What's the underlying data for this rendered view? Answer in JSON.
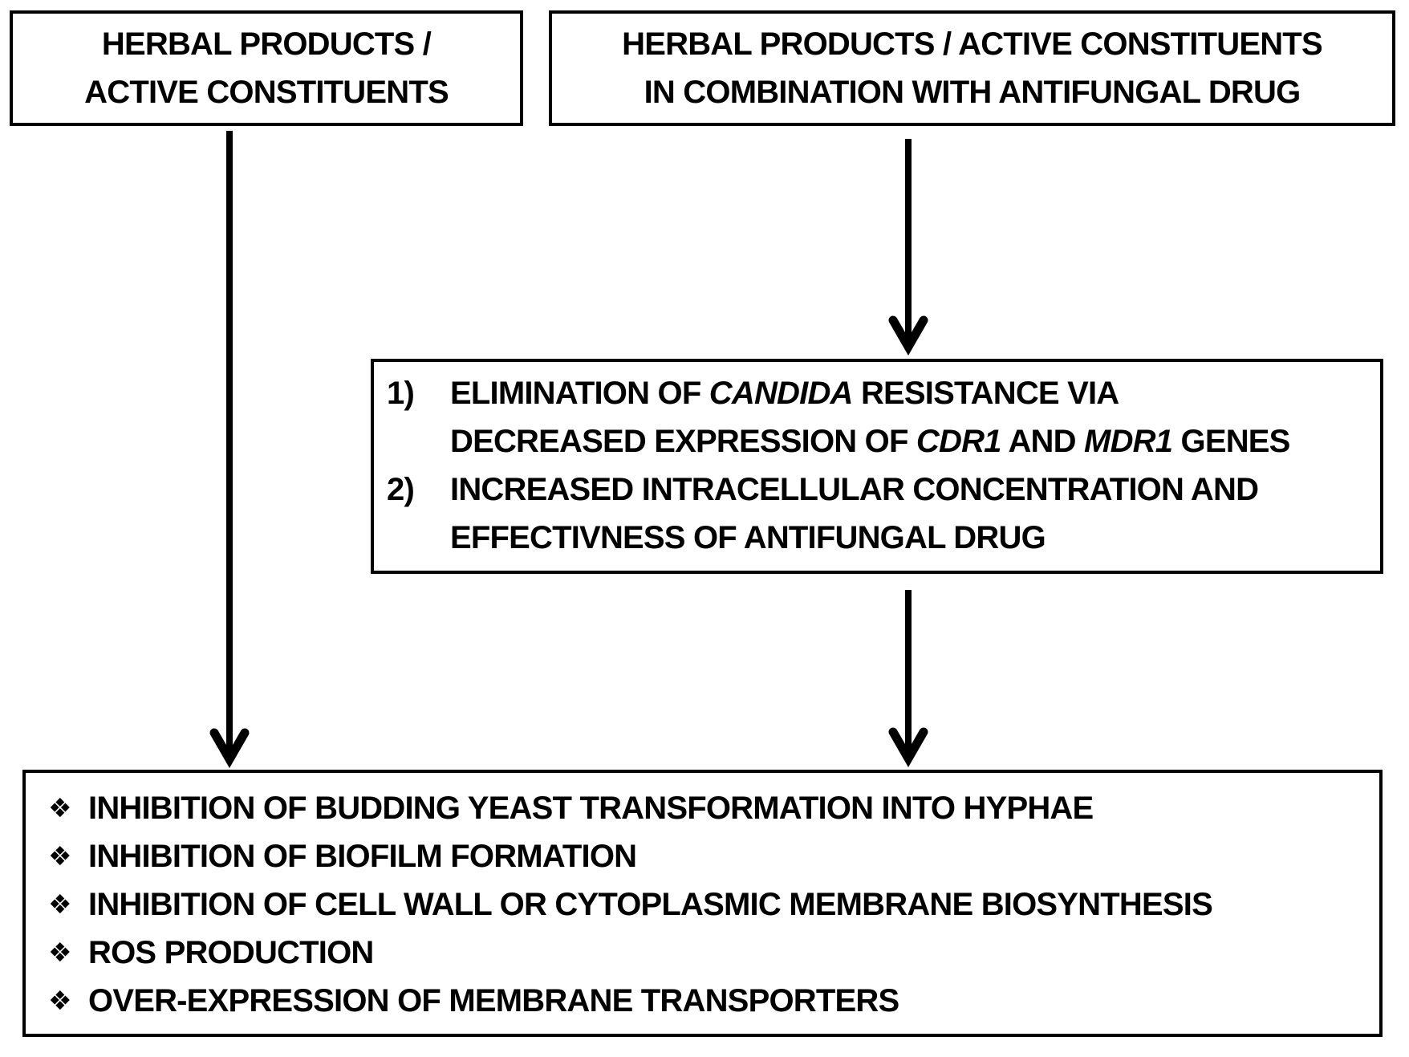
{
  "page": {
    "background_color": "#ffffff",
    "ink_color": "#000000"
  },
  "boxes": {
    "top_left": {
      "lines": [
        "HERBAL PRODUCTS /",
        "ACTIVE CONSTITUENTS"
      ]
    },
    "top_right": {
      "lines": [
        "HERBAL PRODUCTS / ACTIVE CONSTITUENTS",
        "IN COMBINATION WITH ANTIFUNGAL DRUG"
      ]
    },
    "middle": {
      "items": [
        {
          "number": "1)",
          "lines": [
            [
              {
                "t": "ELIMINATION OF "
              },
              {
                "t": "CANDIDA",
                "italic": true
              },
              {
                "t": " RESISTANCE VIA"
              }
            ],
            [
              {
                "t": "DECREASED EXPRESSION OF "
              },
              {
                "t": "CDR1",
                "italic": true
              },
              {
                "t": " AND "
              },
              {
                "t": "MDR1",
                "italic": true
              },
              {
                "t": " GENES"
              }
            ]
          ]
        },
        {
          "number": "2)",
          "lines": [
            [
              {
                "t": "INCREASED INTRACELLULAR CONCENTRATION AND"
              }
            ],
            [
              {
                "t": "EFFECTIVNESS OF ANTIFUNGAL DRUG"
              }
            ]
          ]
        }
      ]
    },
    "bottom": {
      "bullet_glyph": "❖",
      "items": [
        "INHIBITION OF BUDDING YEAST TRANSFORMATION INTO HYPHAE",
        "INHIBITION OF BIOFILM FORMATION",
        "INHIBITION OF CELL WALL OR CYTOPLASMIC MEMBRANE BIOSYNTHESIS",
        "ROS PRODUCTION",
        "OVER-EXPRESSION OF MEMBRANE TRANSPORTERS"
      ]
    }
  },
  "arrows": [
    {
      "name": "herbal-products-to-effects"
    },
    {
      "name": "combination-to-resistance-mechanism"
    },
    {
      "name": "resistance-mechanism-to-effects"
    }
  ]
}
